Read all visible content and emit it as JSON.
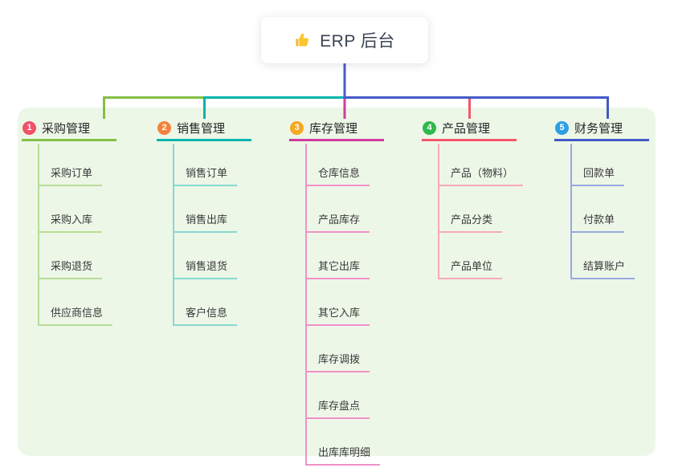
{
  "root": {
    "label": "ERP 后台",
    "icon": "thumbs-up",
    "icon_char": "👍"
  },
  "branches": [
    {
      "badge": "1",
      "label": "采购管理",
      "badge_color": "#f05169",
      "line_color": "#84c043",
      "child_line_color": "#b8dd96",
      "children": [
        "采购订单",
        "采购入库",
        "采购退货",
        "供应商信息"
      ]
    },
    {
      "badge": "2",
      "label": "销售管理",
      "badge_color": "#f5823a",
      "line_color": "#00b5ad",
      "child_line_color": "#86d8d1",
      "children": [
        "销售订单",
        "销售出库",
        "销售退货",
        "客户信息"
      ]
    },
    {
      "badge": "3",
      "label": "库存管理",
      "badge_color": "#f6a820",
      "line_color": "#d23a9f",
      "child_line_color": "#f191cb",
      "children": [
        "仓库信息",
        "产品库存",
        "其它出库",
        "其它入库",
        "库存调拨",
        "库存盘点",
        "出库库明细"
      ]
    },
    {
      "badge": "4",
      "label": "产品管理",
      "badge_color": "#2eb84e",
      "line_color": "#f4566c",
      "child_line_color": "#f9aab6",
      "children": [
        "产品（物料）",
        "产品分类",
        "产品单位"
      ]
    },
    {
      "badge": "5",
      "label": "财务管理",
      "badge_color": "#2d9fe6",
      "line_color": "#4459c7",
      "child_line_color": "#98a9e0",
      "children": [
        "回款单",
        "付款单",
        "结算账户"
      ]
    }
  ],
  "colors": {
    "panel_background": "#edf7e8",
    "root_connector": "#4a5acd",
    "root_text": "#3c4455",
    "branch_text": "#262626",
    "child_text": "#383838",
    "thumb_icon": "#fbc531"
  }
}
